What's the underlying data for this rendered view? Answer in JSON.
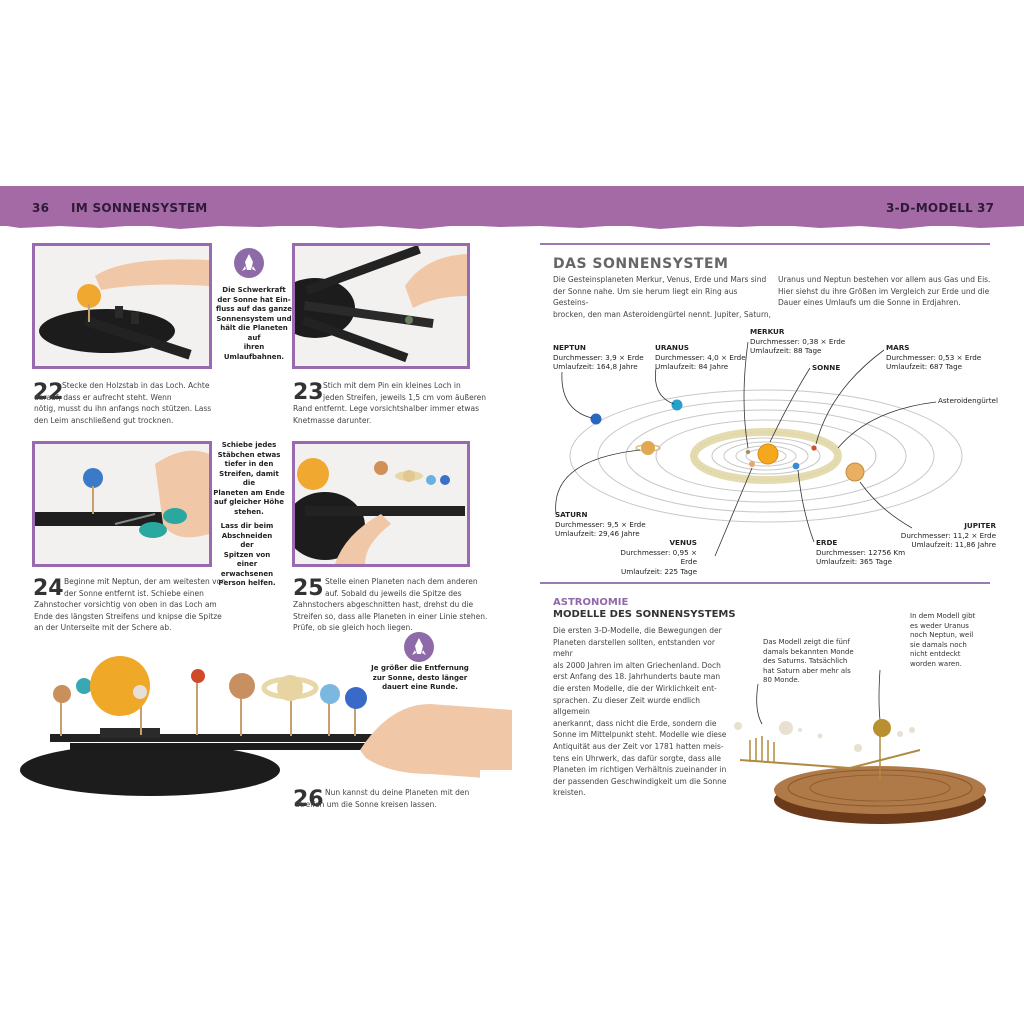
{
  "header": {
    "left_page": "36",
    "left_title": "IM SONNENSYSTEM",
    "right_title": "3-D-MODELL",
    "right_page": "37"
  },
  "callouts": {
    "gravity": [
      "Die Schwerkraft",
      "der Sonne hat Ein-",
      "fluss auf das ganze",
      "Sonnensystem und",
      "hält die Planeten auf",
      "ihren Umlaufbahnen."
    ],
    "sticks": [
      "Schiebe jedes",
      "Stäbchen etwas",
      "tiefer in den",
      "Streifen, damit die",
      "Planeten am Ende",
      "auf gleicher Höhe",
      "stehen."
    ],
    "adult": [
      "Lass dir beim",
      "Abschneiden der",
      "Spitzen von einer",
      "erwachsenen",
      "Person helfen."
    ],
    "distance": [
      "Je größer die Entfernung",
      "zur Sonne, desto länger",
      "dauert eine Runde."
    ]
  },
  "steps": [
    {
      "num": "22",
      "lines": [
        "Stecke den Holzstab in das Loch. Achte",
        "darauf, dass er aufrecht steht. Wenn",
        "nötig, musst du ihn anfangs noch stützen. Lass",
        "den Leim anschließend gut trocknen."
      ]
    },
    {
      "num": "23",
      "lines": [
        "Stich mit dem Pin ein kleines Loch in",
        "jeden Streifen, jeweils 1,5 cm vom äußeren",
        "Rand entfernt. Lege vorsichtshalber immer etwas",
        "Knetmasse darunter."
      ]
    },
    {
      "num": "24",
      "lines": [
        "Beginne mit Neptun, der am weitesten von",
        "der Sonne entfernt ist. Schiebe einen",
        "Zahnstocher vorsichtig von oben in das Loch am",
        "Ende des längsten Streifens und knipse die Spitze",
        "an der Unterseite mit der Schere ab."
      ]
    },
    {
      "num": "25",
      "lines": [
        "Stelle einen Planeten nach dem anderen",
        "auf. Sobald du jeweils die Spitze des",
        "Zahnstochers abgeschnitten hast, drehst du die",
        "Streifen so, dass alle Planeten in einer Linie stehen.",
        "Prüfe, ob sie gleich hoch liegen."
      ]
    },
    {
      "num": "26",
      "lines": [
        "Nun kannst du deine Planeten mit den",
        "Streifen um die Sonne kreisen lassen."
      ]
    }
  ],
  "solar": {
    "title": "DAS SONNENSYSTEM",
    "intro_left": [
      "Die Gesteinsplaneten Merkur, Venus, Erde und Mars sind",
      "der Sonne nahe. Um sie herum liegt ein Ring aus Gesteins-",
      "brocken, den man Asteroidengürtel nennt. Jupiter, Saturn,"
    ],
    "intro_right": [
      "Uranus und Neptun bestehen vor allem aus Gas und Eis.",
      "Hier siehst du ihre Größen im Vergleich zur Erde und die",
      "Dauer eines Umlaufs um die Sonne in Erdjahren."
    ],
    "planets": [
      {
        "name": "NEPTUN",
        "l1": "Durchmesser: 3,9 × Erde",
        "l2": "Umlaufzeit: 164,8 Jahre"
      },
      {
        "name": "URANUS",
        "l1": "Durchmesser: 4,0 × Erde",
        "l2": "Umlaufzeit: 84 Jahre"
      },
      {
        "name": "MERKUR",
        "l1": "Durchmesser: 0,38 × Erde",
        "l2": "Umlaufzeit: 88 Tage"
      },
      {
        "name": "MARS",
        "l1": "Durchmesser: 0,53 × Erde",
        "l2": "Umlaufzeit: 687 Tage"
      },
      {
        "name": "SATURN",
        "l1": "Durchmesser: 9,5 × Erde",
        "l2": "Umlaufzeit: 29,46 Jahre"
      },
      {
        "name": "VENUS",
        "l1": "Durchmesser: 0,95 × Erde",
        "l2": "Umlaufzeit: 225 Tage"
      },
      {
        "name": "ERDE",
        "l1": "Durchmesser: 12756 Km",
        "l2": "Umlaufzeit: 365 Tage"
      },
      {
        "name": "JUPITER",
        "l1": "Durchmesser: 11,2 × Erde",
        "l2": "Umlaufzeit: 11,86 Jahre"
      }
    ],
    "sun_label": "SONNE",
    "belt_label": "Asteroidengürtel"
  },
  "astro": {
    "kicker": "ASTRONOMIE",
    "title": "MODELLE DES SONNENSYSTEMS",
    "body": [
      "Die ersten 3-D-Modelle, die Bewegungen der",
      "Planeten darstellen sollten, entstanden vor mehr",
      "als 2000 Jahren im alten Griechenland. Doch",
      "erst Anfang des 18. Jahrhunderts baute man",
      "die ersten Modelle, die der Wirklichkeit ent-",
      "sprachen. Zu dieser Zeit wurde endlich allgemein",
      "anerkannt, dass nicht die Erde, sondern die",
      "Sonne im Mittelpunkt steht. Modelle wie diese",
      "Antiquität aus der Zeit vor 1781 hatten meis-",
      "tens ein Uhrwerk, das dafür sorgte, dass alle",
      "Planeten im richtigen Verhältnis zueinander in",
      "der passenden Geschwindigkeit um die Sonne",
      "kreisten."
    ],
    "note_saturn": [
      "Das Modell zeigt die fünf",
      "damals bekannten Monde",
      "des Saturns. Tatsächlich",
      "hat Saturn aber mehr als",
      "80 Monde."
    ],
    "note_uranus": [
      "In dem Modell gibt",
      "es weder Uranus",
      "noch Neptun, weil",
      "sie damals noch",
      "nicht entdeckt",
      "worden waren."
    ]
  },
  "colors": {
    "header": "#a46aa6",
    "frame": "#9a6ab0",
    "accent": "#8f6aa8"
  }
}
